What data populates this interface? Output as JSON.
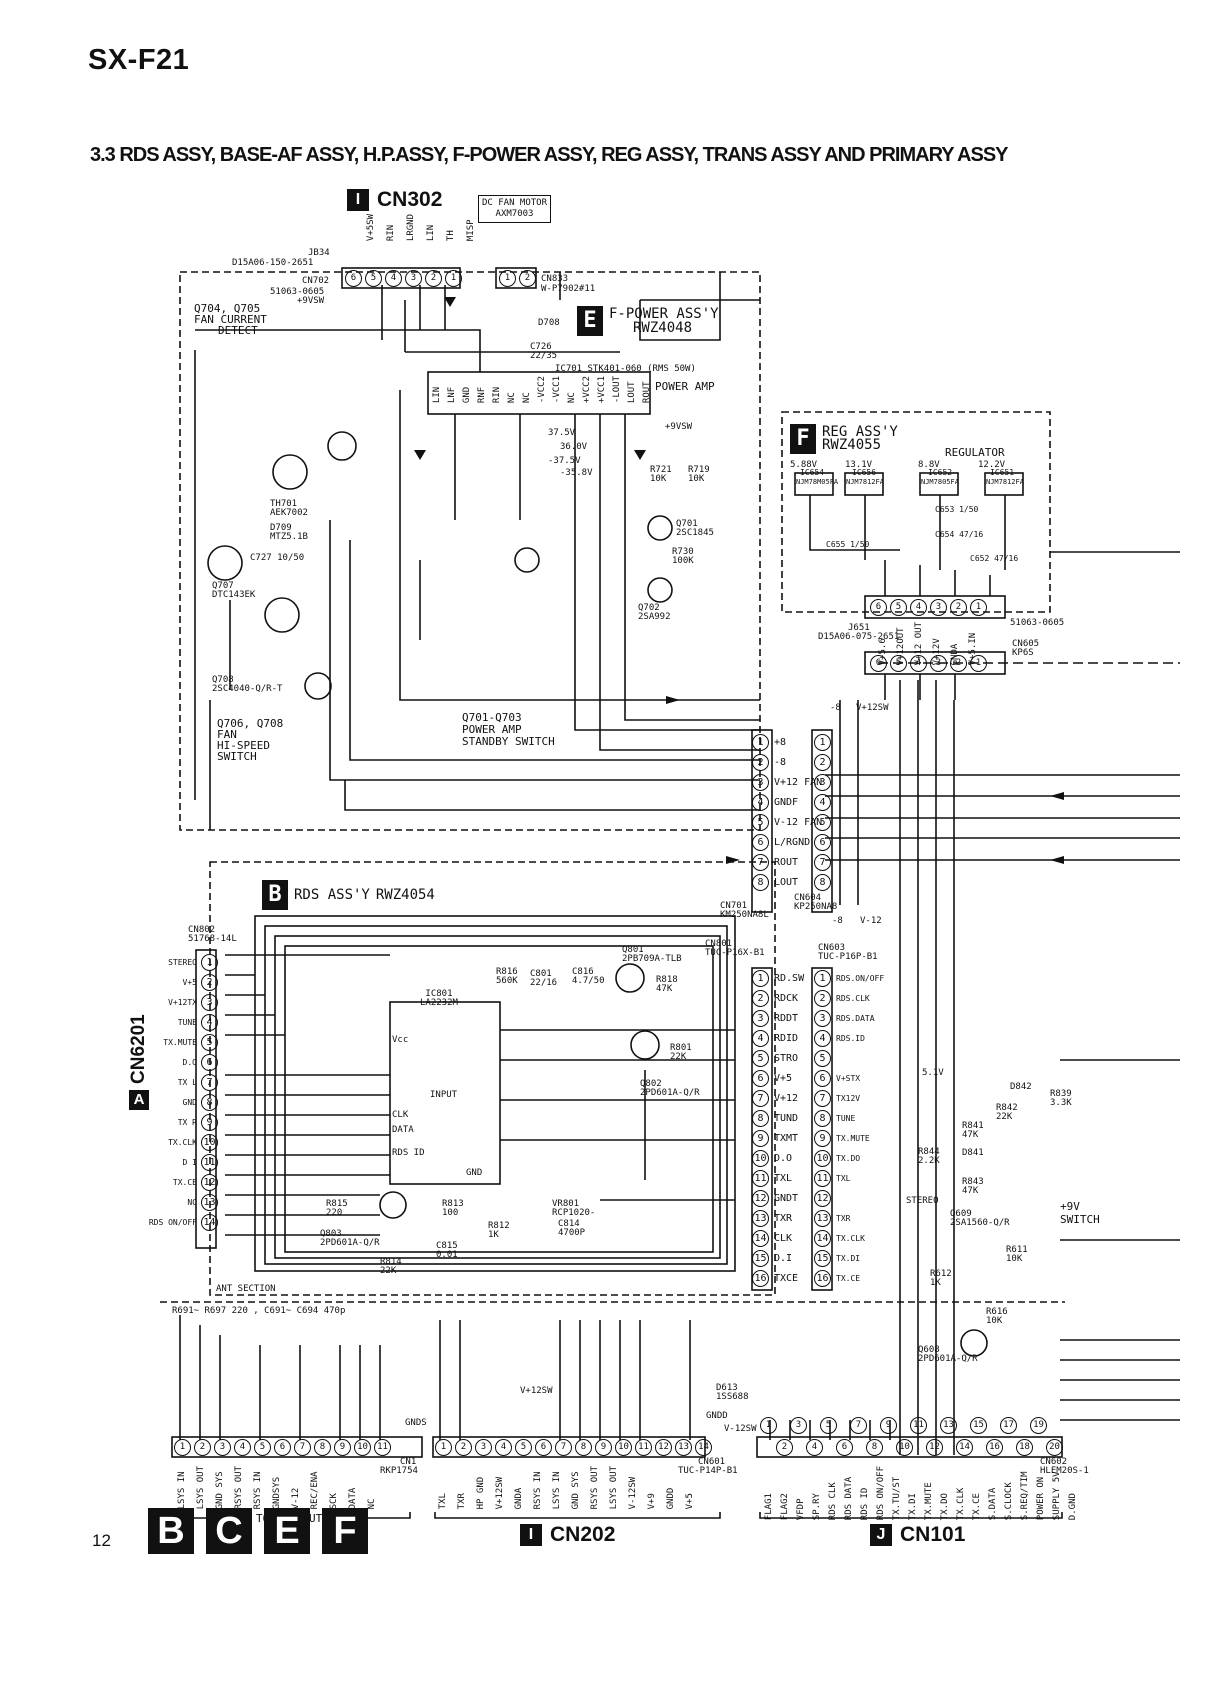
{
  "header": {
    "model": "SX-F21",
    "section_title": "3.3 RDS ASSY, BASE-AF ASSY, H.P.ASSY, F-POWER ASSY, REG ASSY, TRANS ASSY AND PRIMARY ASSY"
  },
  "page_number": "12",
  "bottom_badges": [
    "B",
    "C",
    "E",
    "F"
  ],
  "cn302": {
    "badge": "I",
    "label": "CN302",
    "fan_motor": {
      "line1": "DC FAN MOTOR",
      "line2": "AXM7003"
    },
    "jb34": "JB34",
    "jb34_part": "D15A06-150-2651",
    "cn702": "CN702",
    "cn702_part": "51063-0605",
    "cn833": "CN833",
    "cn833_part": "W-P7902#11",
    "pins": [
      "V+5SW",
      "RIN",
      "LRGND",
      "LIN",
      "TH",
      "MISP"
    ],
    "pin_numbers": [
      "6",
      "5",
      "4",
      "3",
      "2",
      "1"
    ]
  },
  "fpower": {
    "badge": "E",
    "title": "F-POWER ASS'Y",
    "part": "RWZ4048",
    "ic": "IC701",
    "ic_part": "STK401-060",
    "ic_rating": "(RMS 50W)",
    "function": "POWER AMP",
    "ic_pins": [
      "LIN",
      "LNF",
      "GND",
      "RNF",
      "RIN",
      "NC",
      "NC",
      "-VCC2",
      "-VCC1",
      "NC",
      "+VCC2",
      "+VCC1",
      "-LOUT",
      "LOUT",
      "ROUT"
    ],
    "q704": "Q704, Q705",
    "q704_desc1": "FAN CURRENT",
    "q704_desc2": "DETECT",
    "q706": "Q706, Q708",
    "q706_desc1": "FAN",
    "q706_desc2": "HI-SPEED",
    "q706_desc3": "SWITCH",
    "q701": "Q701-Q703",
    "q701_desc1": "POWER AMP",
    "q701_desc2": "STANDBY SWITCH",
    "v375": "37.5V",
    "v360": "36.0V",
    "vneg375": "-37.5V",
    "vneg358": "-35.8V",
    "q701_lbl": "Q701",
    "q701_part": "2SC1845",
    "q702_lbl": "Q702",
    "q702_part": "2SA992",
    "q707_lbl": "Q707",
    "q707_part": "DTC143EK",
    "q708_lbl": "Q708",
    "q708_part": "2SC4040-Q/R-T",
    "th701": "TH701",
    "th701_part": "AEK7002",
    "d709": "D709",
    "d709_part": "MTZ5.1B",
    "c727": "C727",
    "c727_val": "10/50",
    "r730": "R730",
    "r730_val": "100K",
    "r721": "R721",
    "r721_val": "10K",
    "r719": "R719",
    "r719_val": "10K",
    "c726": "C726",
    "c726_val": "22/35",
    "d708": "D708",
    "plus9vsw": "+9VSW"
  },
  "fpower_connector": {
    "cn701": "CN701",
    "cn701_part": "KM250NA8L",
    "cn604": "CN604",
    "cn604_part": "KP250NA8",
    "pins": [
      "+8",
      "-8",
      "V+12 FAN",
      "GNDF",
      "V-12 FAN",
      "L/RGND",
      "ROUT",
      "LOUT"
    ],
    "v12sw": "V+12SW",
    "minus8": "-8",
    "v12": "V-12"
  },
  "reg": {
    "badge": "F",
    "title": "REG ASS'Y",
    "part": "RWZ4055",
    "function": "REGULATOR",
    "ics": [
      "IC654",
      "IC656",
      "IC652",
      "IC651"
    ],
    "ic_parts": [
      "NJM78M05FA",
      "NJM7812FA",
      "NJM7805FA",
      "NJM7812FA"
    ],
    "voltages": [
      "5.88V",
      "13.1V",
      "8.8V",
      "12.2V"
    ],
    "caps": [
      "C653 1/50",
      "C654 47/16",
      "C655 1/50",
      "C652 47/16"
    ],
    "cn651": "J651",
    "cn651_part": "D15A06-075-2651",
    "cn605": "CN605",
    "cn605_part": "KP6S",
    "cn_part": "51063-0605",
    "pins": [
      "V+5.6",
      "V+12OUT",
      "V+12 OUT",
      "V+12V",
      "GNDA",
      "V+5.IN"
    ]
  },
  "rds": {
    "badge": "B",
    "title": "RDS ASS'Y",
    "part": "RWZ4054",
    "ic": "IC801",
    "ic_part": "LA2232M",
    "input": "INPUT",
    "gnd": "GND",
    "rds_id": "RDS ID",
    "clk": "CLK",
    "data": "DATA",
    "vcc": "Vcc",
    "q801": "Q801",
    "q801_part": "2PB709A-TLB",
    "q802": "Q802",
    "q802_part": "2PD601A-Q/R",
    "q803": "Q803",
    "q803_part": "2PD601A-Q/R",
    "vr801": "VR801",
    "vr801_part": "RCP1020-",
    "r801": "R801",
    "r801_val": "22K",
    "r818": "R818",
    "r818_val": "47K",
    "r815": "R815",
    "r815_val": "220",
    "r813": "R813",
    "r813_val": "100",
    "r812": "R812",
    "r812_val": "1K",
    "c814": "C814",
    "c814_val": "4700P",
    "c815": "C815",
    "c815_val": "0.01",
    "r814": "R814",
    "r814_val": "22K",
    "c816": "C816",
    "c816_val": "4.7/50",
    "c801": "C801",
    "c801_val": "22/16",
    "r816": "R816",
    "r816_val": "560K",
    "ant": "ANT SECTION",
    "cn801": "CN801",
    "cn801_part": "TUC-P16X-B1",
    "cn603": "CN603",
    "cn603_part": "TUC-P16P-B1",
    "cn802": "CN802",
    "cn802_part": "51768-14L"
  },
  "cn6201": {
    "badge": "A",
    "label": "CN6201",
    "pins": [
      "STEREO",
      "V+5",
      "V+12TX",
      "TUNE",
      "TX.MUTE",
      "D.O",
      "TX L",
      "GND",
      "TX R",
      "TX.CLK",
      "D I",
      "TX.CE",
      "NC",
      "RDS ON/OFF"
    ]
  },
  "cn801_pins": [
    "RD.SW",
    "RDCK",
    "RDDT",
    "RDID",
    "STRO",
    "V+5",
    "V+12",
    "TUND",
    "TXMT",
    "D.O",
    "TXL",
    "GNDT",
    "TXR",
    "CLK",
    "D.I",
    "TXCE"
  ],
  "cn603_pins": [
    "RDS.ON/OFF",
    "RDS.CLK",
    "RDS.DATA",
    "RDS.ID",
    "",
    "V+STX",
    "TX12V",
    "TUNE",
    "TX.MUTE",
    "TX.DO",
    "TXL",
    "",
    "TXR",
    "TX.CLK",
    "TX.DI",
    "TX.CE"
  ],
  "right_side": {
    "plus9v": "+9V",
    "switch": "SWITCH",
    "v51": "5.1V",
    "d842": "D842",
    "r842": "R842",
    "r842_val": "22K",
    "r841": "R841",
    "r841_val": "47K",
    "d841": "D841",
    "r844": "R844",
    "r844_val": "2.2K",
    "r843": "R843",
    "r843_val": "47K",
    "stereo": "STEREO",
    "q609": "Q609",
    "q609_part": "2SA1560-Q/R",
    "r611": "R611",
    "r611_val": "10K",
    "r612": "R612",
    "r612_val": "1K",
    "r616": "R616",
    "r616_val": "10K",
    "q608": "Q608",
    "q608_part": "2PD601A-Q/R",
    "r839": "R839",
    "r839_val": "3.3K"
  },
  "cn1": {
    "label": "CN1",
    "part": "RKP1754",
    "pins": [
      "LSYS IN",
      "LSYS OUT",
      "GND SYS",
      "RSYS OUT",
      "RSYS IN",
      "GNDSYS",
      "V-12",
      "REC/ENA",
      "SCK",
      "DATA",
      "NC"
    ],
    "pin_numbers": [
      "1",
      "2",
      "3",
      "4",
      "5",
      "6",
      "7",
      "8",
      "9",
      "10",
      "11"
    ],
    "to_sys": "TO SYS-OUT",
    "notes": "R691~ R697 220 , C691~ C694 470p",
    "gnds": "GNDS"
  },
  "cn202": {
    "badge": "I",
    "label": "CN202",
    "cn601": "CN601",
    "cn601_part": "TUC-P14P-B1",
    "pins": [
      "TXL",
      "TXR",
      "HP GND",
      "V+12SW",
      "GNDA",
      "RSYS IN",
      "LSYS IN",
      "GND SYS",
      "RSYS OUT",
      "LSYS OUT",
      "V-12SW",
      "V+9",
      "GNDD",
      "V+5"
    ],
    "pin_numbers": [
      "1",
      "2",
      "3",
      "4",
      "5",
      "6",
      "7",
      "8",
      "9",
      "10",
      "11",
      "12",
      "13",
      "14"
    ],
    "d613": "D613",
    "d613_part": "1SS688",
    "v12sw": "V+12SW",
    "vneg12sw": "V-12SW",
    "gndd": "GNDD"
  },
  "cn101": {
    "badge": "J",
    "label": "CN101",
    "cn602": "CN602",
    "cn602_part": "HLEM20S-1",
    "pins": [
      "FLAG1",
      "FLAG2",
      "VFDP",
      "SP.RY",
      "RDS CLK",
      "RDS DATA",
      "RDS ID",
      "RDS ON/OFF",
      "TX.TU/ST",
      "TX.DI",
      "TX.MUTE",
      "TX.DO",
      "TX.CLK",
      "TX.CE",
      "S.DATA",
      "S.CLOCK",
      "S.REQ/TIM",
      "POWER ON",
      "SUPPLY 5V",
      "D.GND"
    ],
    "pin_numbers": [
      "1",
      "2",
      "3",
      "4",
      "5",
      "6",
      "7",
      "8",
      "9",
      "10",
      "11",
      "12",
      "13",
      "14",
      "15",
      "16",
      "17",
      "18",
      "19",
      "20"
    ]
  }
}
